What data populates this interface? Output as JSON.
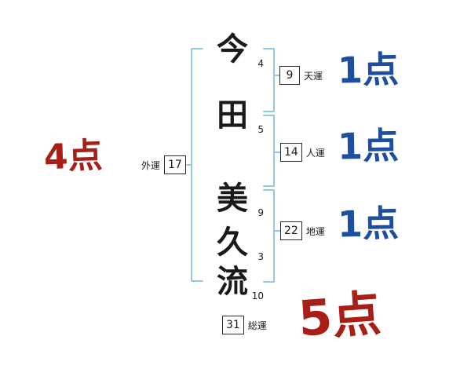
{
  "chart": {
    "characters": [
      {
        "char": "今",
        "strokes": "4"
      },
      {
        "char": "田",
        "strokes": "5"
      },
      {
        "char": "美",
        "strokes": "9"
      },
      {
        "char": "久",
        "strokes": "3"
      },
      {
        "char": "流",
        "strokes": "10"
      }
    ],
    "fortunes": {
      "ten": {
        "value": "9",
        "label": "天運",
        "score": "1点"
      },
      "jin": {
        "value": "14",
        "label": "人運",
        "score": "1点"
      },
      "chi": {
        "value": "22",
        "label": "地運",
        "score": "1点"
      },
      "gai": {
        "value": "17",
        "label": "外運",
        "score": "4点"
      },
      "sou": {
        "value": "31",
        "label": "総運",
        "score": "5点"
      }
    },
    "colors": {
      "bracket": "#8ec9e8",
      "score_red": "#a81f18",
      "score_blue": "#1d4f9e",
      "ink": "#1a1a1a"
    }
  }
}
